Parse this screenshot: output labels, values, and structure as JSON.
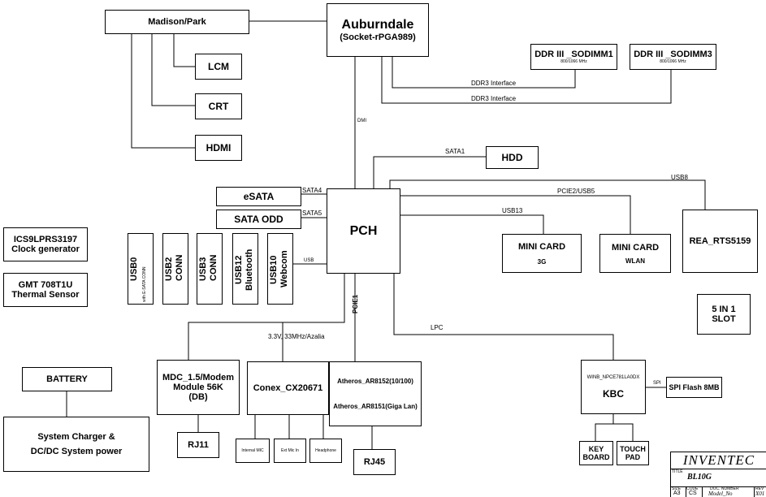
{
  "cpu": {
    "name": "Auburndale",
    "socket": "(Socket-rPGA989)"
  },
  "gfx_bridge": "Madison/Park",
  "displays": {
    "lcm": "LCM",
    "crt": "CRT",
    "hdmi": "HDMI"
  },
  "memory": {
    "slot1": {
      "name": "DDR III _SODIMM1",
      "speed": "800/1066 MHz"
    },
    "slot3": {
      "name": "DDR III _SODIMM3",
      "speed": "800/1066 MHz"
    },
    "bus1": "DDR3 Interface",
    "bus2": "DDR3 Interface"
  },
  "pch": {
    "name": "PCH",
    "dmi": "DMI"
  },
  "storage": {
    "hdd": "HDD",
    "hdd_bus": "SATA1",
    "esata": "eSATA",
    "esata_bus": "SATA4",
    "odd": "SATA ODD",
    "odd_bus": "SATA5"
  },
  "usb": {
    "bus": "USB",
    "usb0": "USB0",
    "usb0_sub": "with E-SATA CONN",
    "usb2_a": "USB2",
    "usb2_b": "CONN",
    "usb3_a": "USB3",
    "usb3_b": "CONN",
    "usb12_a": "USB12",
    "usb12_b": "Bluetooth",
    "usb10_a": "USB10",
    "usb10_b": "Webcom"
  },
  "mini_card_3g": {
    "name": "MINI CARD",
    "sub": "3G",
    "bus": "USB13"
  },
  "mini_card_wlan": {
    "name": "MINI CARD",
    "sub": "WLAN",
    "bus": "PCIE2/USB5"
  },
  "card_reader": {
    "name": "REA_RTS5159",
    "bus": "USB8"
  },
  "slot_5in1": {
    "line1": "5 IN 1",
    "line2": "SLOT"
  },
  "clock": {
    "line1": "ICS9LPRS3197",
    "line2": "Clock generator"
  },
  "thermal": {
    "line1": "GMT 708T1U",
    "line2": "Thermal  Sensor"
  },
  "battery": "BATTERY",
  "charger": {
    "line1": "System Charger &",
    "line2": "DC/DC System power"
  },
  "modem": {
    "line1": "MDC_1.5/Modem",
    "line2": "Module 56K",
    "line3": "(DB)",
    "rj11": "RJ11"
  },
  "audio": {
    "codec": "Conex_CX20671",
    "bus": "3.3V, 33MHz/Azalia",
    "jacks": [
      "Internal MIC",
      "Ext Mic In",
      "Headphone"
    ]
  },
  "lan": {
    "line1": "Atheros_AR8152(10/100)",
    "line2": "Atheros_AR8151(Giga Lan)",
    "bus": "PCIE1",
    "rj45": "RJ45"
  },
  "kbc": {
    "chip": "WINB_NPCE781LA0DX",
    "name": "KBC",
    "lpc": "LPC",
    "spi": "SPI",
    "flash": "SPI Flash 8MB"
  },
  "input": {
    "kb1": "KEY",
    "kb2": "BOARD",
    "tp1": "TOUCH",
    "tp2": "PAD"
  },
  "title_block": {
    "company": "INVENTEC",
    "title_label": "TITLE",
    "title": "BL10G",
    "size_label": "SIZE",
    "size": "A3",
    "code_label": "CODE",
    "code": "CS",
    "doc_label": "DOC. NUMBER",
    "doc": "Model_No",
    "rev_label": "REV",
    "rev": "X01"
  }
}
